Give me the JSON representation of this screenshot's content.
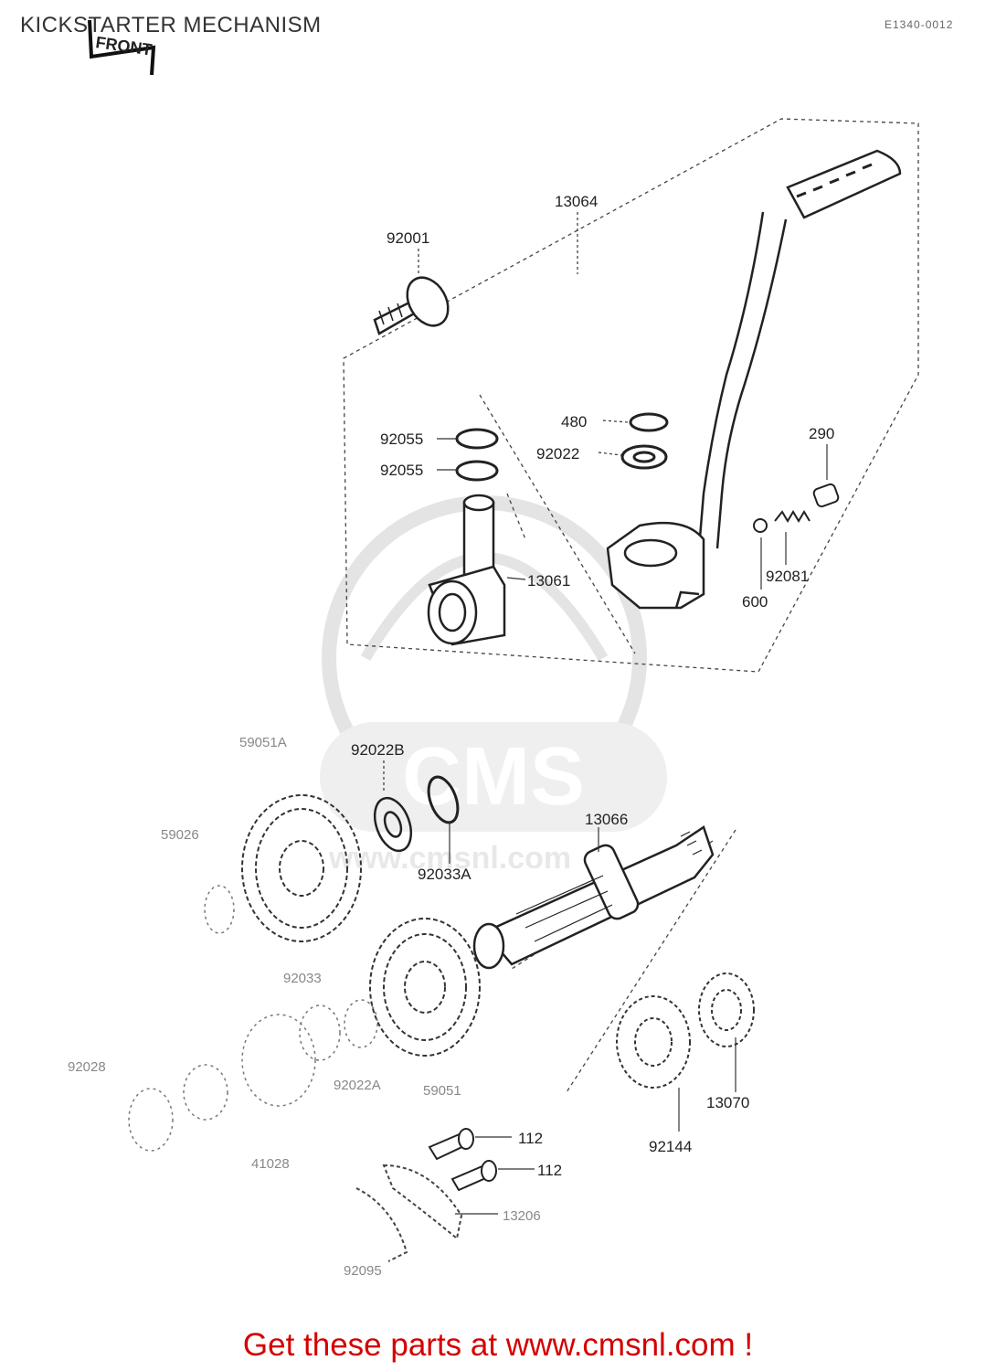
{
  "header": {
    "title": "KICKSTARTER MECHANISM",
    "code": "E1340-0012",
    "front_mark": "FRONT"
  },
  "watermark": {
    "text": "CMS",
    "url_text": "www.cmsnl.com"
  },
  "parts": {
    "p13064": "13064",
    "p92001": "92001",
    "p92055a": "92055",
    "p92055b": "92055",
    "p480": "480",
    "p92022": "92022",
    "p290": "290",
    "p13061": "13061",
    "p92081": "92081",
    "p600": "600",
    "p59051A": "59051A",
    "p92022B": "92022B",
    "p13066": "13066",
    "p92033A": "92033A",
    "p92033": "92033",
    "p92022A": "92022A",
    "p59051": "59051",
    "p13070": "13070",
    "p92144": "92144",
    "p112a": "112",
    "p112b": "112",
    "p13206": "13206",
    "p92095": "92095",
    "p59026": "59026",
    "p92028": "92028",
    "p41028": "41028"
  },
  "footer": {
    "promo_text": "Get these parts at www.cmsnl.com !"
  }
}
